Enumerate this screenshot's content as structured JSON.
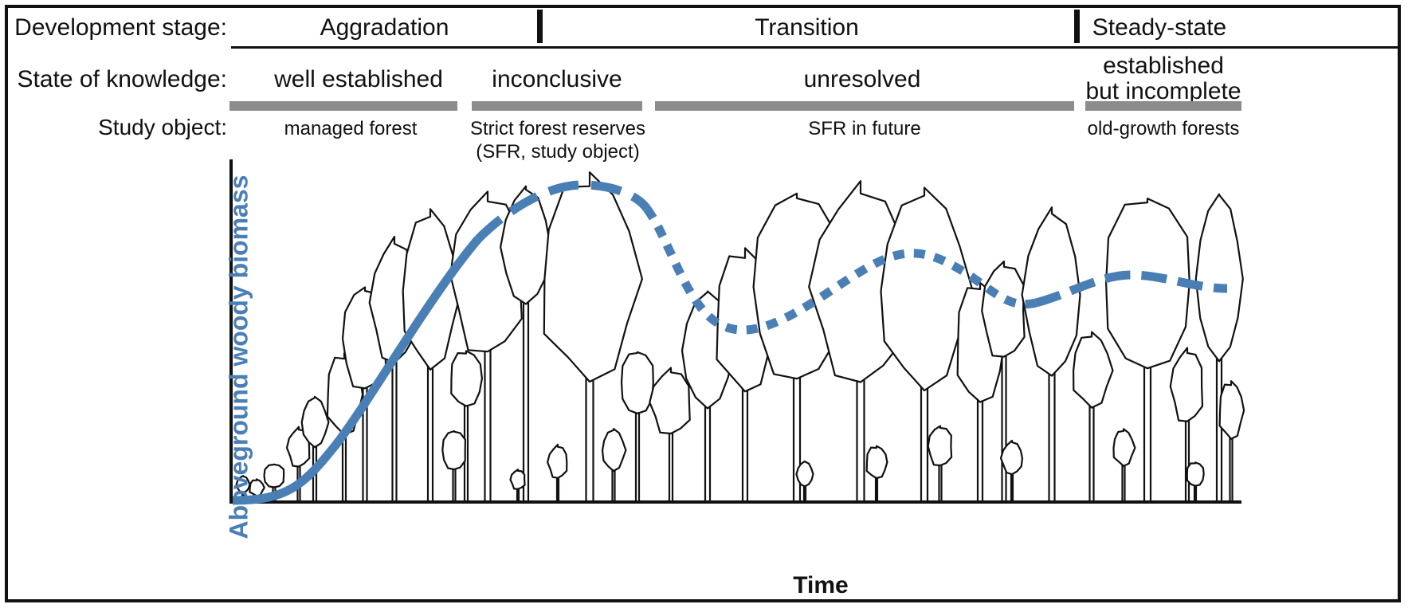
{
  "row_labels": {
    "development_stage": "Development stage:",
    "state_of_knowledge": "State of knowledge:",
    "study_object": "Study object:"
  },
  "stages": [
    "Aggradation",
    "Transition",
    "Steady-state"
  ],
  "knowledge": [
    "well established",
    "inconclusive",
    "unresolved",
    [
      "established",
      "but incomplete"
    ]
  ],
  "study_objects": [
    "managed forest",
    [
      "Strict forest reserves",
      "(SFR, study object)"
    ],
    "SFR in future",
    "old-growth forests"
  ],
  "axes": {
    "y_label": "Aboveground woody biomass",
    "x_label": "Time"
  },
  "colors": {
    "curve": "#4a7fb5",
    "bar": "#8c8c8c",
    "ink": "#111111"
  },
  "curve_segments": [
    {
      "style": "solid",
      "meaning": "well established"
    },
    {
      "style": "long-dash",
      "meaning": "inconclusive"
    },
    {
      "style": "dotted",
      "meaning": "unresolved"
    },
    {
      "style": "dash",
      "meaning": "established but incomplete"
    }
  ],
  "illustration": "forest-trees-illustration"
}
